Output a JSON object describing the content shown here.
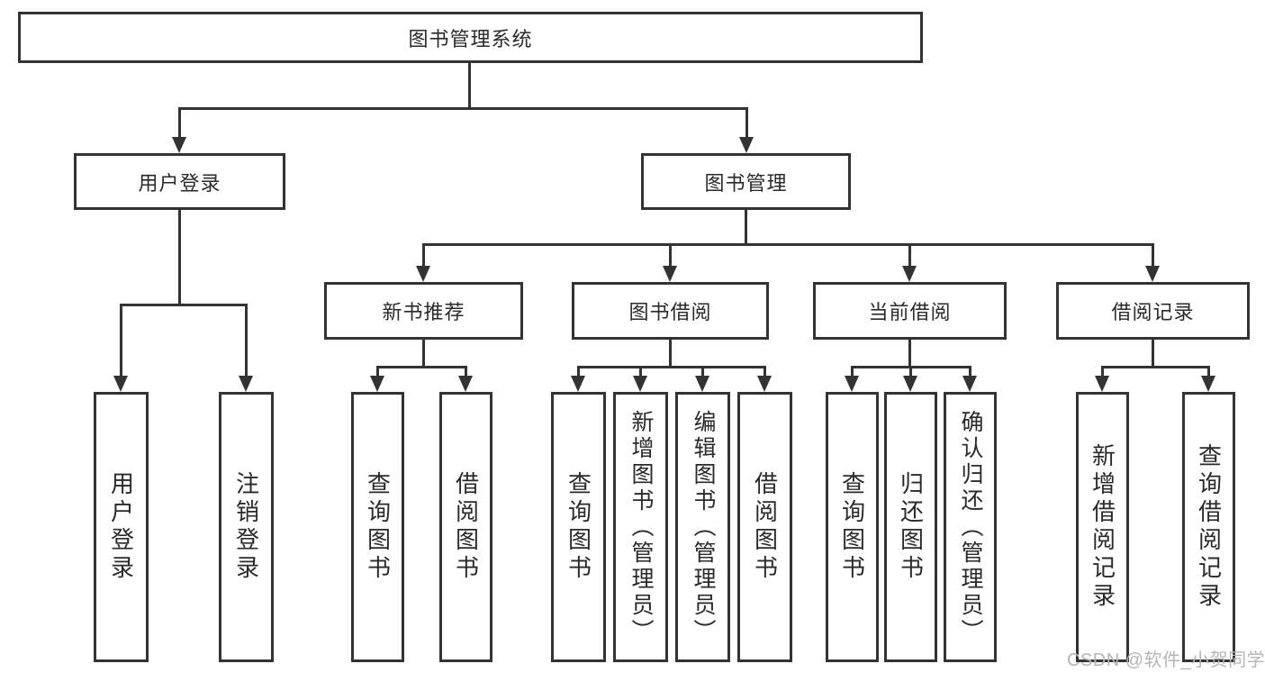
{
  "title": {
    "label": "图书管理系统"
  },
  "nodes": {
    "user_login": {
      "label": "用户登录"
    },
    "book_mgmt": {
      "label": "图书管理"
    },
    "new_book_rec": {
      "label": "新书推荐"
    },
    "book_borrow": {
      "label": "图书借阅"
    },
    "current_borrow": {
      "label": "当前借阅"
    },
    "borrow_records": {
      "label": "借阅记录"
    }
  },
  "leaves": {
    "user_login_group": [
      "用户登录",
      "注销登录"
    ],
    "new_book_group": [
      "查询图书",
      "借阅图书"
    ],
    "book_borrow_group": [
      "查询图书",
      "新增图书（管理员）",
      "编辑图书（管理员）",
      "借阅图书"
    ],
    "current_borrow_group": [
      "查询图书",
      "归还图书",
      "确认归还（管理员）"
    ],
    "records_group": [
      "新增借阅记录",
      "查询借阅记录"
    ]
  },
  "watermark": {
    "text": "CSDN @软件_小贺同学",
    "color": "#b5b5b5"
  },
  "colors": {
    "line": "#333333",
    "box_border": "#333333",
    "box_background": "#ffffff",
    "text": "#2a2a2a",
    "page_background": "#ffffff"
  }
}
